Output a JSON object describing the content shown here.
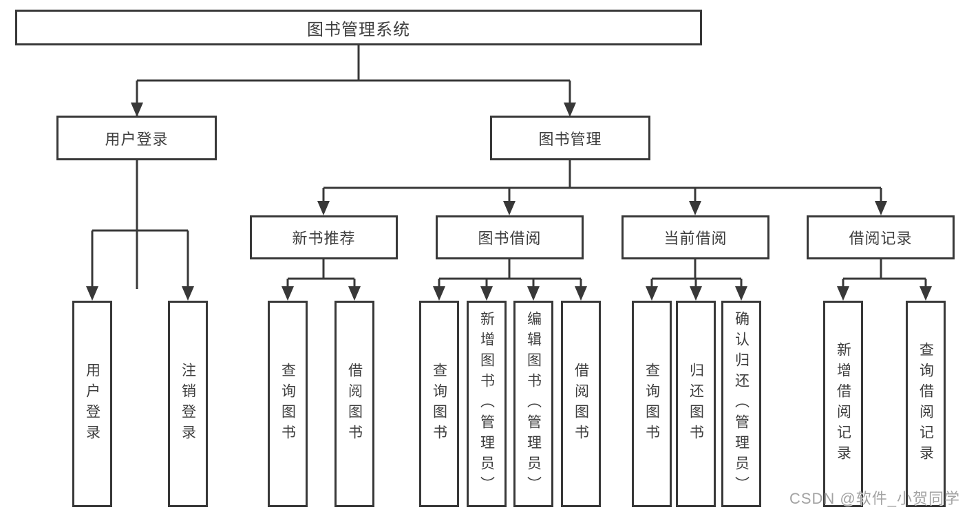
{
  "diagram": {
    "root": {
      "label": "图书管理系统"
    },
    "level2": [
      {
        "label": "用户登录"
      },
      {
        "label": "图书管理"
      }
    ],
    "level3": [
      {
        "label": "新书推荐",
        "parent": "图书管理"
      },
      {
        "label": "图书借阅",
        "parent": "图书管理"
      },
      {
        "label": "当前借阅",
        "parent": "图书管理"
      },
      {
        "label": "借阅记录",
        "parent": "图书管理"
      }
    ],
    "leaves": [
      {
        "label": "用户登录",
        "parent": "用户登录"
      },
      {
        "label": "注销登录",
        "parent": "用户登录"
      },
      {
        "label": "查询图书",
        "parent": "新书推荐"
      },
      {
        "label": "借阅图书",
        "parent": "新书推荐"
      },
      {
        "label": "查询图书",
        "parent": "图书借阅"
      },
      {
        "label": "新增图书（管理员）",
        "parent": "图书借阅"
      },
      {
        "label": "编辑图书（管理员）",
        "parent": "图书借阅"
      },
      {
        "label": "借阅图书",
        "parent": "图书借阅"
      },
      {
        "label": "查询图书",
        "parent": "当前借阅"
      },
      {
        "label": "归还图书",
        "parent": "当前借阅"
      },
      {
        "label": "确认归还（管理员）",
        "parent": "当前借阅"
      },
      {
        "label": "新增借阅记录",
        "parent": "借阅记录"
      },
      {
        "label": "查询借阅记录",
        "parent": "借阅记录"
      }
    ]
  },
  "watermark": {
    "text": "CSDN @软件_小贺同学"
  },
  "colors": {
    "line": "#383838",
    "text": "#3e3e3e",
    "watermark": "#a3a3a3",
    "background": "#ffffff"
  }
}
